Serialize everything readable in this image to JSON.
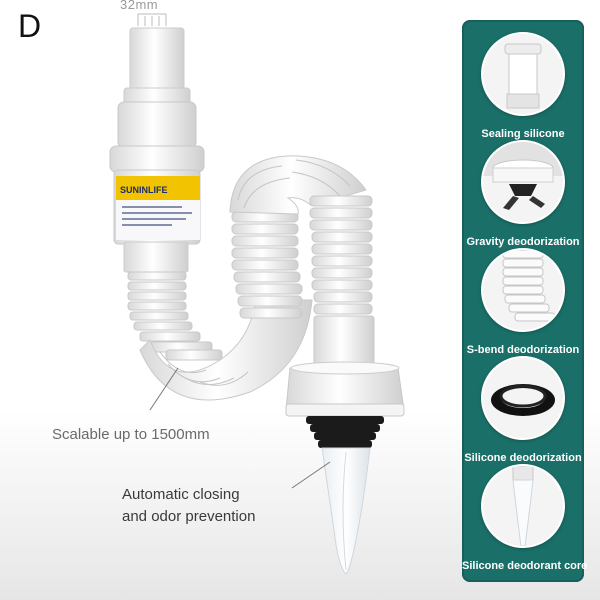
{
  "variant_letter": "D",
  "dimension_label": "32mm",
  "brand_label": {
    "name": "SUNINLIFE",
    "colors": {
      "band": "#f2c300",
      "text": "#1a2d6e"
    }
  },
  "callouts": {
    "scalable": "Scalable up to 1500mm",
    "auto_close_line1": "Automatic closing",
    "auto_close_line2": "and odor prevention"
  },
  "features": [
    {
      "label": "Sealing silicone",
      "icon": "sealing-silicone-icon"
    },
    {
      "label": "Gravity deodorization",
      "icon": "gravity-valve-icon"
    },
    {
      "label": "S-bend deodorization",
      "icon": "s-bend-icon"
    },
    {
      "label": "Silicone deodorization",
      "icon": "silicone-ring-icon"
    },
    {
      "label": "Silicone deodorant core",
      "icon": "deodorant-core-icon"
    }
  ],
  "colors": {
    "panel": "#1a6f68",
    "pipe": "#f2f2f2",
    "seal": "#1b1b1b"
  }
}
